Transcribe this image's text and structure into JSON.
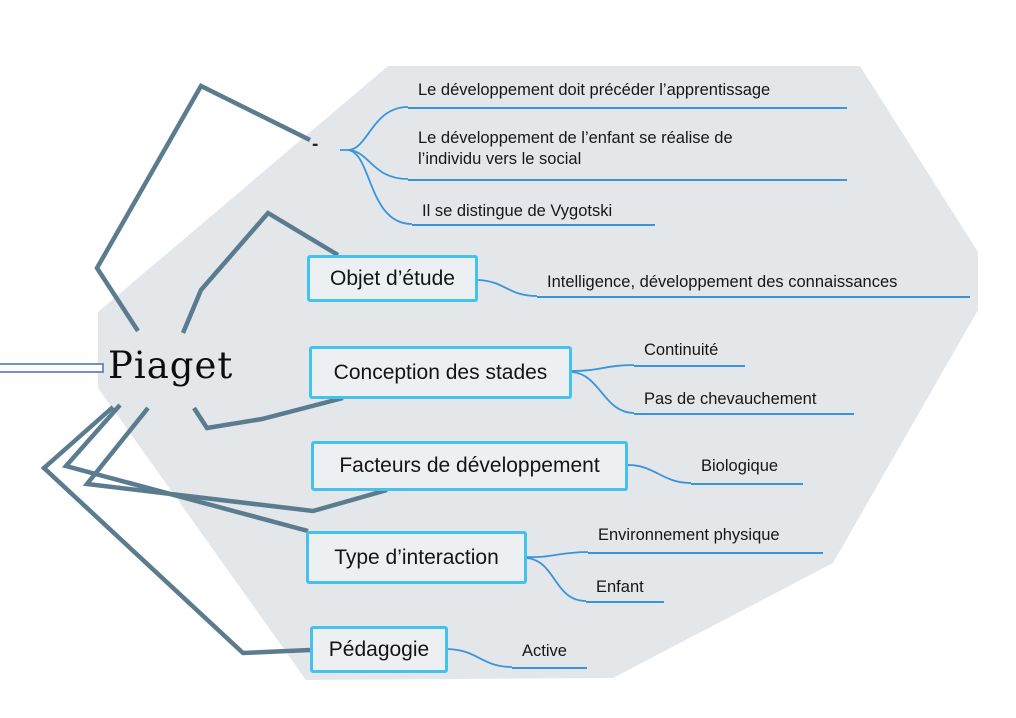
{
  "diagram": {
    "type": "mindmap",
    "root": {
      "label": "Piaget"
    },
    "branches": [
      {
        "label": "-",
        "children": [
          "Le développement doit précéder l’apprentissage",
          "Le développement de l’enfant se réalise de l’individu vers le social",
          "Il se distingue de Vygotski"
        ]
      },
      {
        "label": "Objet d’étude",
        "children": [
          "Intelligence, développement des connaissances"
        ]
      },
      {
        "label": "Conception des stades",
        "children": [
          "Continuité",
          "Pas de chevauchement"
        ]
      },
      {
        "label": "Facteurs de développement",
        "children": [
          "Biologique"
        ]
      },
      {
        "label": "Type d’interaction",
        "children": [
          "Environnement physique",
          "Enfant"
        ]
      },
      {
        "label": "Pédagogie",
        "children": [
          "Active"
        ]
      }
    ],
    "colors": {
      "background": "#ffffff",
      "cloud_fill": "#e4e7ea",
      "box_border": "#44c1ee",
      "box_fill": "#edf0f3",
      "underline_blue": "#3b93db",
      "branch_slate": "#5b7c8e",
      "text": "#1a1a1a"
    }
  }
}
